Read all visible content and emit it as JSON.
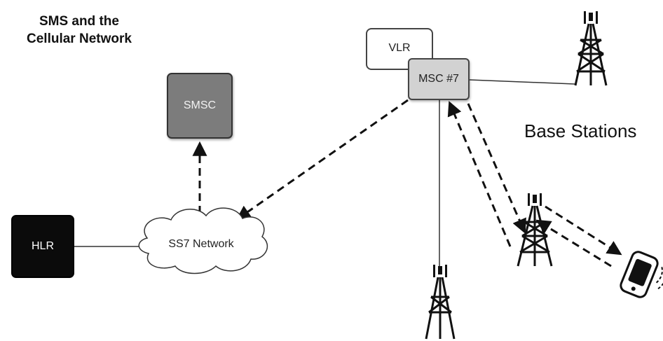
{
  "title": {
    "line1": "SMS and the",
    "line2": "Cellular Network"
  },
  "nodes": {
    "smsc": "SMSC",
    "hlr": "HLR",
    "vlr": "VLR",
    "msc": "MSC #7",
    "ss7": "SS7 Network"
  },
  "labels": {
    "base_stations": "Base Stations"
  }
}
